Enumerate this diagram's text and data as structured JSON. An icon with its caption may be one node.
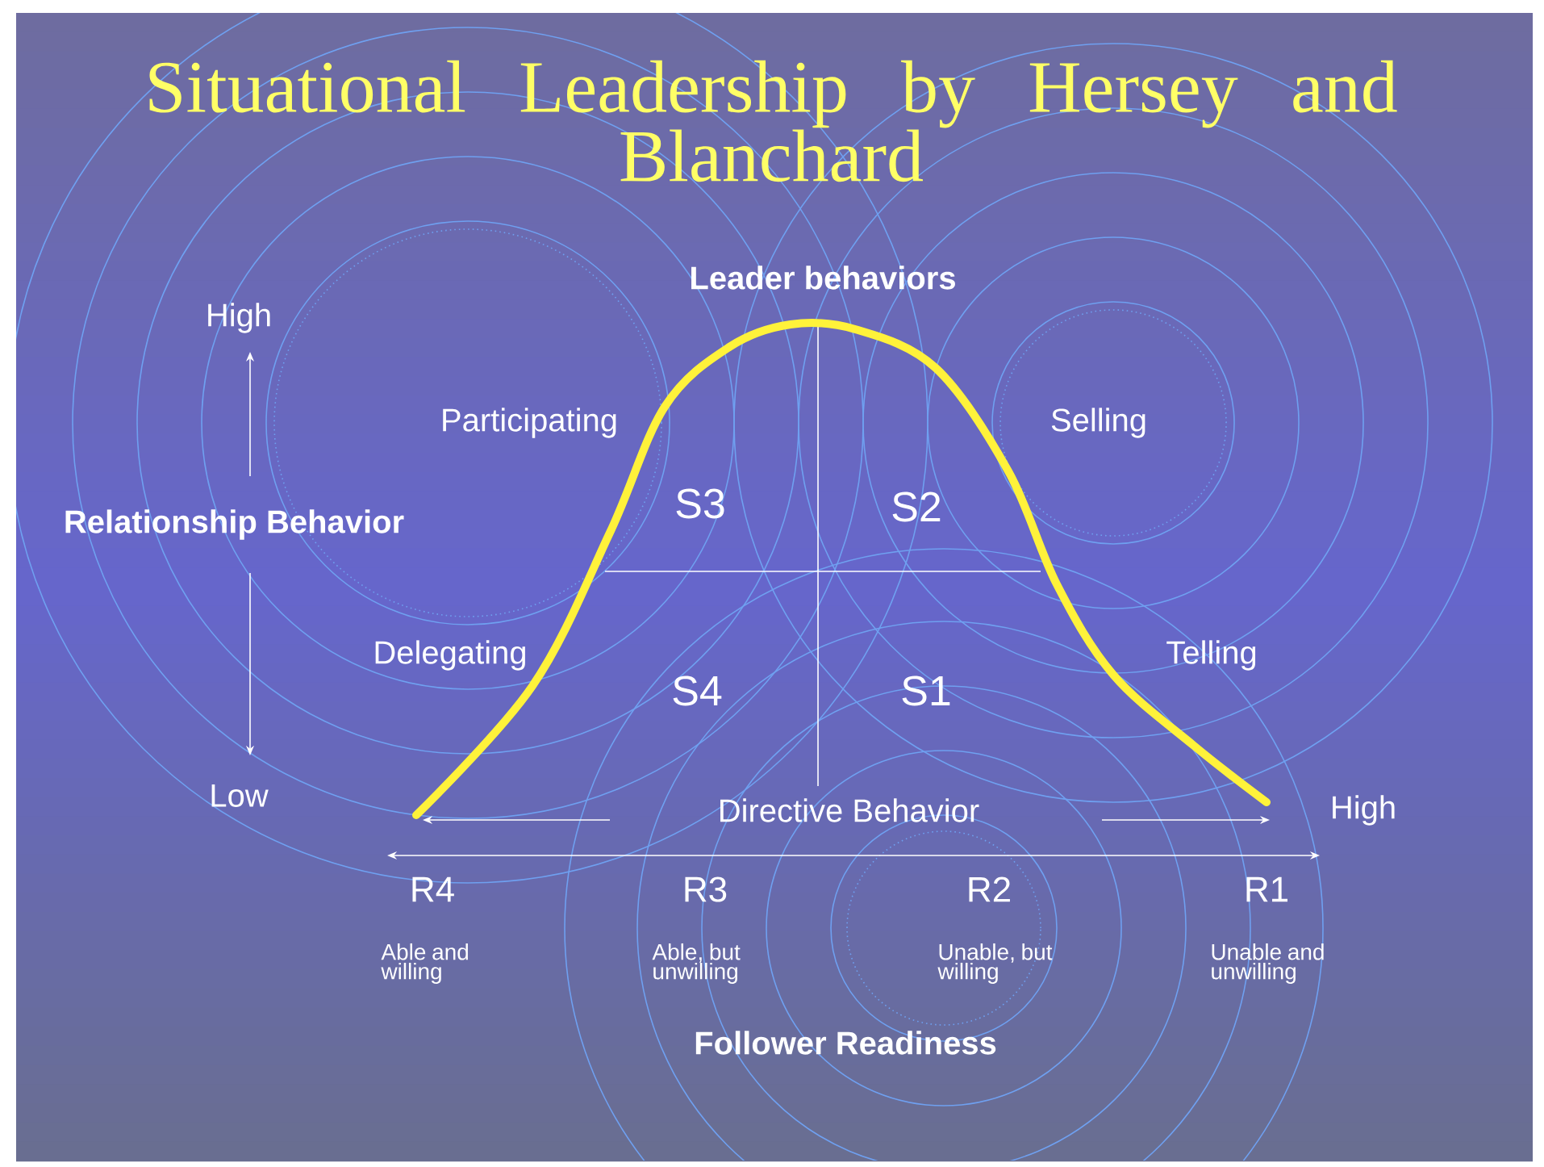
{
  "diagram": {
    "title": "Situational Leadership by Hersey and Blanchard",
    "labels": [
      "Leader behaviors",
      "High",
      "Participating",
      "Selling",
      "S3",
      "S2",
      "Relationship Behavior",
      "Delegating",
      "Telling",
      "S4",
      "S1",
      "Low",
      "Directive Behavior",
      "High",
      "R4",
      "R3",
      "R2",
      "R1",
      "Able and willing",
      "Able, but unwilling",
      "Unable, but willing",
      "Unable and unwilling",
      "Follower Readiness"
    ]
  }
}
